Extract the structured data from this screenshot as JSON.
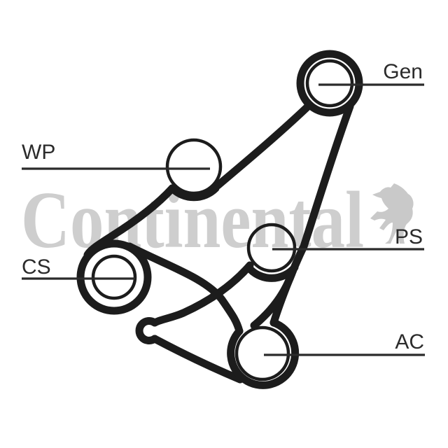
{
  "diagram_title": "belt-routing-diagram",
  "watermark": {
    "text": "Continental",
    "icon": "rearing-horse-icon",
    "color": "#cecece"
  },
  "belt_color": "#1c1c1c",
  "label_color": "#2b2b2b",
  "pulleys": [
    {
      "id": "gen",
      "label": "Gen"
    },
    {
      "id": "wp",
      "label": "WP"
    },
    {
      "id": "cs",
      "label": "CS"
    },
    {
      "id": "ps",
      "label": "PS"
    },
    {
      "id": "ac",
      "label": "AC"
    }
  ]
}
